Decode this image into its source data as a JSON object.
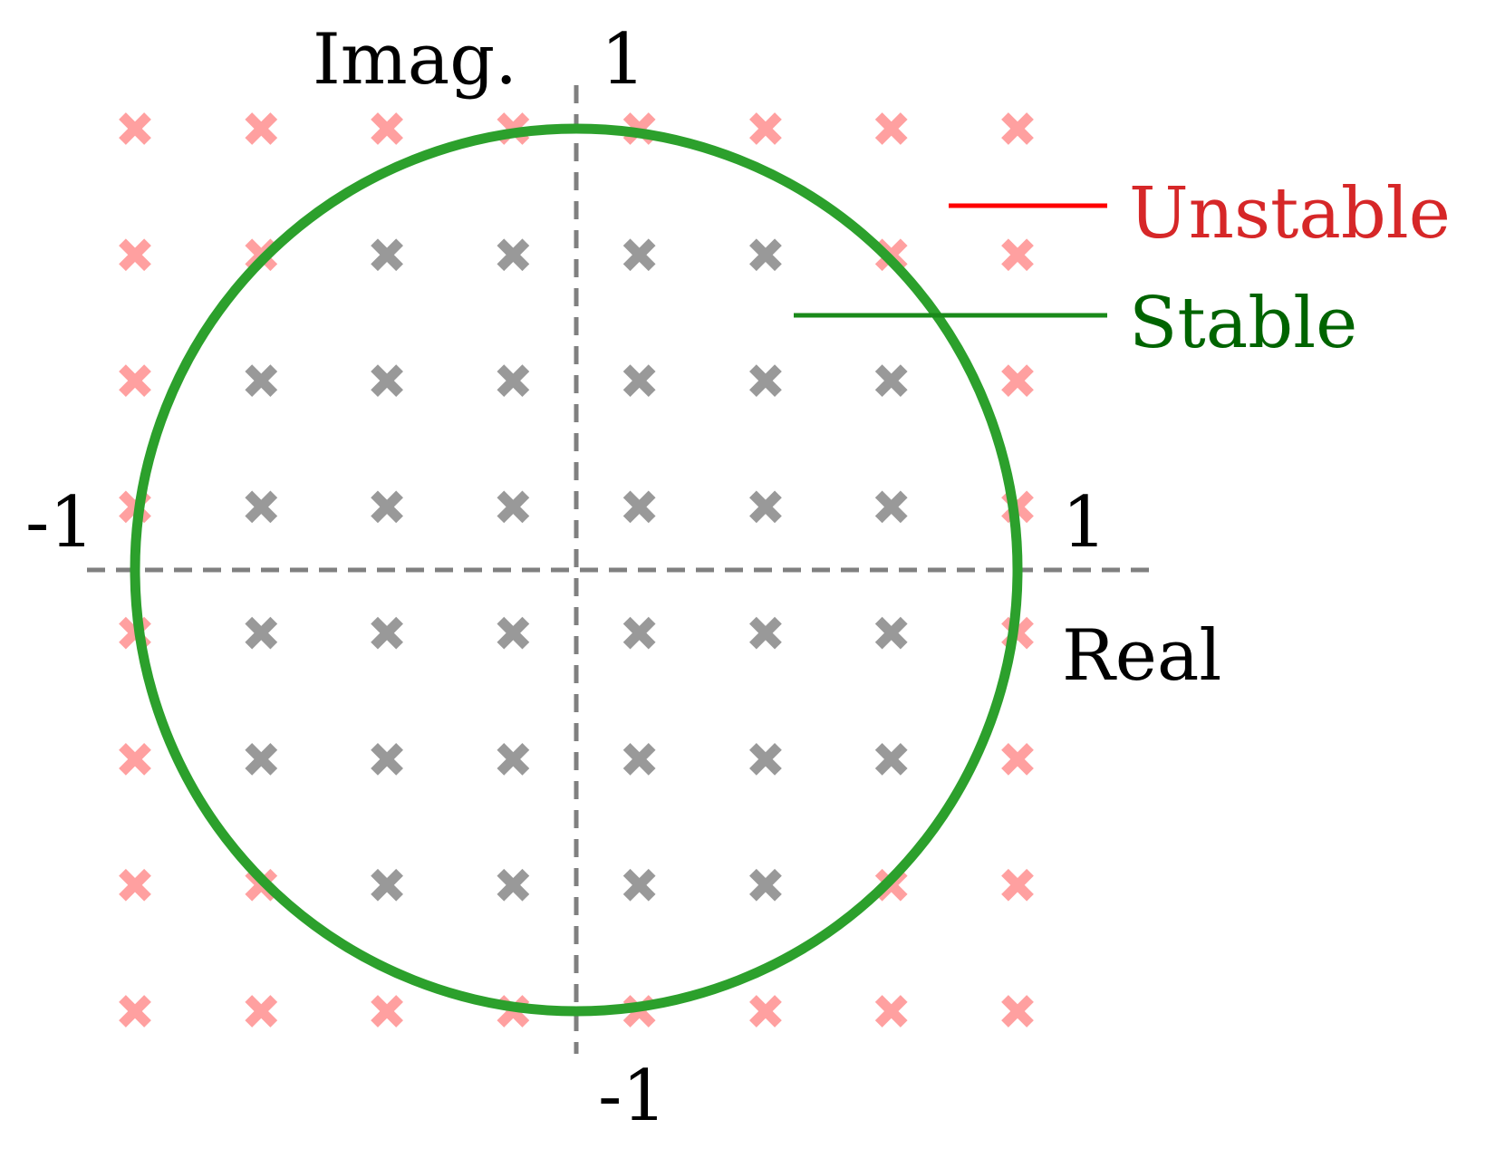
{
  "axes": {
    "imag_label": "Imag.",
    "real_label": "Real",
    "tick_top": "1",
    "tick_bottom": "-1",
    "tick_left": "-1",
    "tick_right": "1",
    "axis_color": "#808080"
  },
  "unit_circle": {
    "radius": 1,
    "color": "#2ca02c"
  },
  "legend": [
    {
      "label": "Unstable",
      "line_color": "#ff0000",
      "text_color": "#d62728"
    },
    {
      "label": "Stable",
      "line_color": "#1a8a1a",
      "text_color": "#006400"
    }
  ],
  "markers": {
    "stable_color": "#999999",
    "unstable_color": "#ffa0a0",
    "grid_values": [
      -1.0,
      -0.714,
      -0.429,
      -0.143,
      0.143,
      0.429,
      0.714,
      1.0
    ]
  }
}
